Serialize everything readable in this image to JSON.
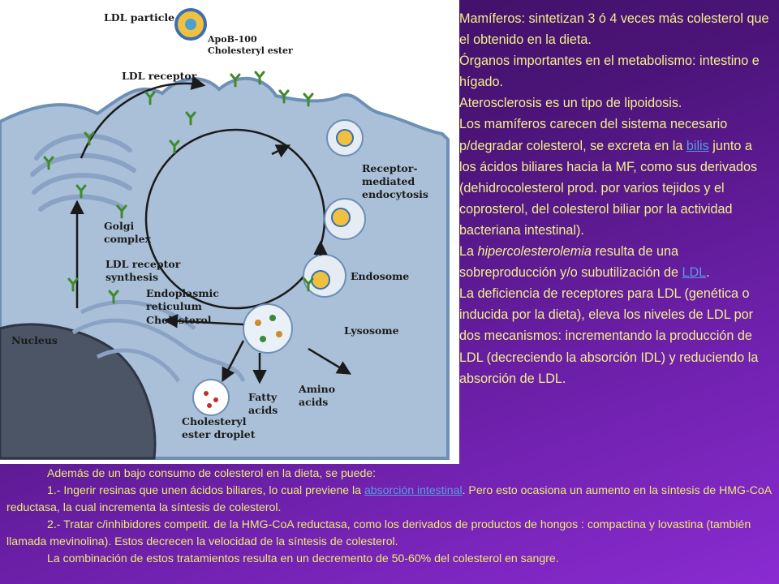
{
  "diagram": {
    "labels": {
      "ldl_particle": "LDL particle",
      "apob": "ApoB-100",
      "cholesteryl_ester_top": "Cholesteryl ester",
      "ldl_receptor": "LDL receptor",
      "receptor_mediated_1": "Receptor-",
      "receptor_mediated_2": "mediated",
      "receptor_mediated_3": "endocytosis",
      "golgi_1": "Golgi",
      "golgi_2": "complex",
      "synth_1": "LDL receptor",
      "synth_2": "synthesis",
      "er_1": "Endoplasmic",
      "er_2": "reticulum",
      "cholesterol": "Cholesterol",
      "endosome": "Endosome",
      "lysosome": "Lysosome",
      "nucleus": "Nucleus",
      "amino_1": "Amino",
      "amino_2": "acids",
      "fatty_1": "Fatty",
      "fatty_2": "acids",
      "droplet_1": "Cholesteryl",
      "droplet_2": "ester droplet"
    },
    "colors": {
      "cytoplasm": "#a9c0d8",
      "membrane": "#6e8fb6",
      "nucleus": "#4b5566",
      "receptor": "#3f8a2c",
      "text_yellow": "#f4f08a",
      "link": "#5a9be6"
    }
  },
  "side": {
    "p1": "Mamíferos: sintetizan 3 ó 4 veces más colesterol que el obtenido en la dieta.",
    "p2": "Órganos importantes en el metabolismo: intestino e hígado.",
    "p3": "Aterosclerosis es un tipo de lipoidosis.",
    "p4_a": "Los mamíferos carecen del sistema necesario p/degradar colesterol, se excreta en la ",
    "p4_link": "bilis",
    "p4_b": " junto a los ácidos biliares hacia la MF, como sus derivados (dehidrocolesterol prod. por varios tejidos y el coprosterol, del colesterol biliar por la actividad bacteriana intestinal).",
    "p5_a": "La ",
    "p5_em": "hipercolesterolemia",
    "p5_b": " resulta de una sobreproducción y/o subutilización de ",
    "p5_link": "LDL",
    "p5_c": ".",
    "p6": "La deficiencia de receptores para LDL (genética o inducida por la dieta), eleva los niveles de LDL por dos mecanismos: incrementando la producción de LDL (decreciendo la absorción IDL) y reduciendo la absorción de LDL."
  },
  "bottom": {
    "intro": "Además de un bajo consumo de colesterol en la dieta, se puede:",
    "item1_a": "1.- Ingerir resinas que unen ácidos biliares, lo cual previene la ",
    "item1_link": "absorción intestinal",
    "item1_b": ". Pero esto ocasiona un aumento en la síntesis de HMG-CoA reductasa, la cual incrementa la síntesis de colesterol.",
    "item2": "2.- Tratar c/inhibidores competit. de la HMG-CoA reductasa, como los derivados de productos de hongos : compactina y lovastina (también llamada mevinolina). Estos decrecen la velocidad de la síntesis de colesterol.",
    "outro": "La combinación de estos tratamientos resulta en un decremento de 50-60% del colesterol en sangre."
  }
}
